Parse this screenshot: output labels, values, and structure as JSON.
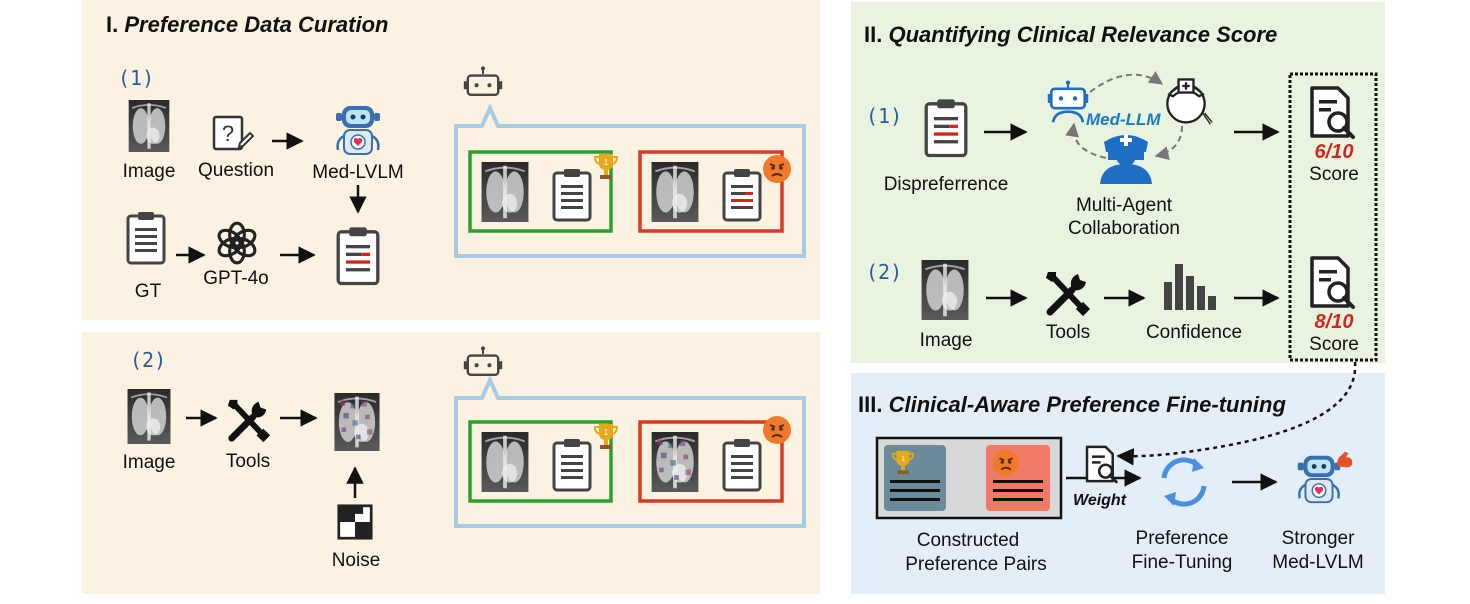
{
  "section1": {
    "title_num": "I.",
    "title": "Preference Data Curation",
    "part1": {
      "num": "(1)",
      "image_label": "Image",
      "question_label": "Question",
      "model_label": "Med-LVLM",
      "gt_label": "GT",
      "gpt_label": "GPT-4o"
    },
    "part2": {
      "num": "(2)",
      "image_label": "Image",
      "tools_label": "Tools",
      "noise_label": "Noise"
    }
  },
  "section2": {
    "title_num": "II.",
    "title": "Quantifying Clinical Relevance Score",
    "row1": {
      "num": "(1)",
      "disp_label": "Dispreferrence",
      "medllm_label": "Med-LLM",
      "collab_label_1": "Multi-Agent",
      "collab_label_2": "Collaboration",
      "score_value": "6/10",
      "score_label": "Score"
    },
    "row2": {
      "num": "(2)",
      "image_label": "Image",
      "tools_label": "Tools",
      "confidence_label": "Confidence",
      "score_value": "8/10",
      "score_label": "Score"
    }
  },
  "section3": {
    "title_num": "III.",
    "title": "Clinical-Aware Preference Fine-tuning",
    "pairs_label_1": "Constructed",
    "pairs_label_2": "Preference Pairs",
    "weight_label": "Weight",
    "ft_label_1": "Preference",
    "ft_label_2": "Fine-Tuning",
    "stronger_label_1": "Stronger",
    "stronger_label_2": "Med-LVLM"
  },
  "colors": {
    "panel_beige": "#fbf2e2",
    "panel_green": "#e8f4e0",
    "panel_blue": "#e3eef8",
    "accent_red": "#d0281c",
    "accent_blue": "#2a5d9f",
    "box_green": "#2aa12a",
    "box_red": "#d93a26",
    "bubble_blue": "#a9cbe2"
  }
}
